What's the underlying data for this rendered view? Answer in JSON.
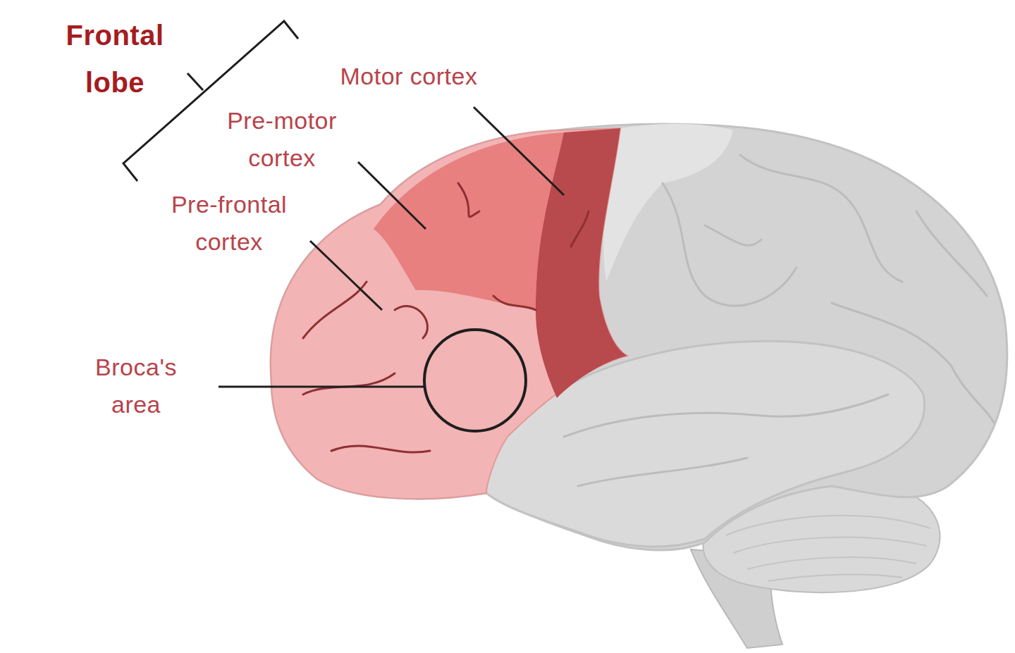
{
  "diagram": {
    "labels": [
      "Frontal lobe",
      "Motor cortex",
      "Pre-motor cortex",
      "Pre-frontal cortex",
      "Broca's area"
    ]
  }
}
